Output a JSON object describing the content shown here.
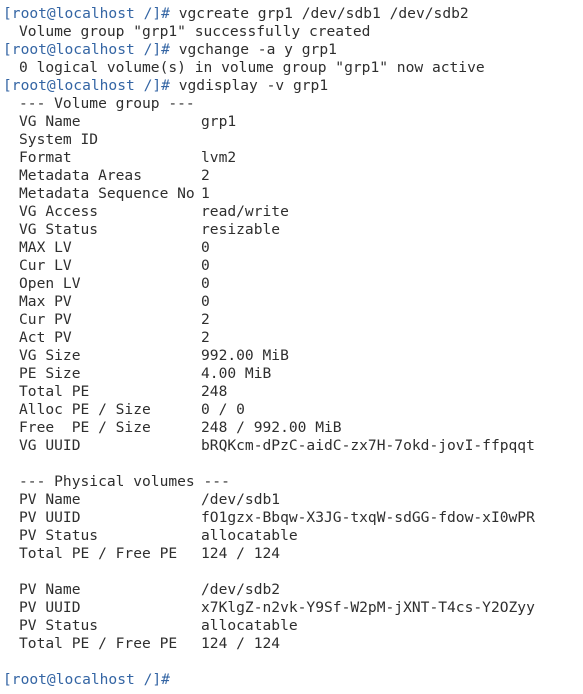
{
  "terminal": {
    "prompt": "[root@localhost /]#",
    "commands": {
      "vgcreate": "vgcreate grp1 /dev/sdb1 /dev/sdb2",
      "vgcreate_output": "Volume group \"grp1\" successfully created",
      "vgchange": "vgchange -a y grp1",
      "vgchange_output": "0 logical volume(s) in volume group \"grp1\" now active",
      "vgdisplay": "vgdisplay -v grp1"
    },
    "volume_group": {
      "header": "--- Volume group ---",
      "fields": [
        {
          "key": "VG Name",
          "value": "grp1"
        },
        {
          "key": "System ID",
          "value": ""
        },
        {
          "key": "Format",
          "value": "lvm2"
        },
        {
          "key": "Metadata Areas",
          "value": "2"
        },
        {
          "key": "Metadata Sequence No",
          "value": "1"
        },
        {
          "key": "VG Access",
          "value": "read/write"
        },
        {
          "key": "VG Status",
          "value": "resizable"
        },
        {
          "key": "MAX LV",
          "value": "0"
        },
        {
          "key": "Cur LV",
          "value": "0"
        },
        {
          "key": "Open LV",
          "value": "0"
        },
        {
          "key": "Max PV",
          "value": "0"
        },
        {
          "key": "Cur PV",
          "value": "2"
        },
        {
          "key": "Act PV",
          "value": "2"
        },
        {
          "key": "VG Size",
          "value": "992.00 MiB"
        },
        {
          "key": "PE Size",
          "value": "4.00 MiB"
        },
        {
          "key": "Total PE",
          "value": "248"
        },
        {
          "key": "Alloc PE / Size",
          "value": "0 / 0"
        },
        {
          "key": "Free  PE / Size",
          "value": "248 / 992.00 MiB"
        },
        {
          "key": "VG UUID",
          "value": "bRQKcm-dPzC-aidC-zx7H-7okd-jovI-ffpqqt"
        }
      ]
    },
    "physical_volumes": {
      "header": "--- Physical volumes ---",
      "pv1": [
        {
          "key": "PV Name",
          "value": "/dev/sdb1"
        },
        {
          "key": "PV UUID",
          "value": "fO1gzx-Bbqw-X3JG-txqW-sdGG-fdow-xI0wPR"
        },
        {
          "key": "PV Status",
          "value": "allocatable"
        },
        {
          "key": "Total PE / Free PE",
          "value": "124 / 124"
        }
      ],
      "pv2": [
        {
          "key": "PV Name",
          "value": "/dev/sdb2"
        },
        {
          "key": "PV UUID",
          "value": "x7KlgZ-n2vk-Y9Sf-W2pM-jXNT-T4cs-Y2OZyy"
        },
        {
          "key": "PV Status",
          "value": "allocatable"
        },
        {
          "key": "Total PE / Free PE",
          "value": "124 / 124"
        }
      ]
    },
    "colors": {
      "prompt": "#3465a4",
      "text": "#2e2e2e",
      "background": "#ffffff"
    }
  }
}
